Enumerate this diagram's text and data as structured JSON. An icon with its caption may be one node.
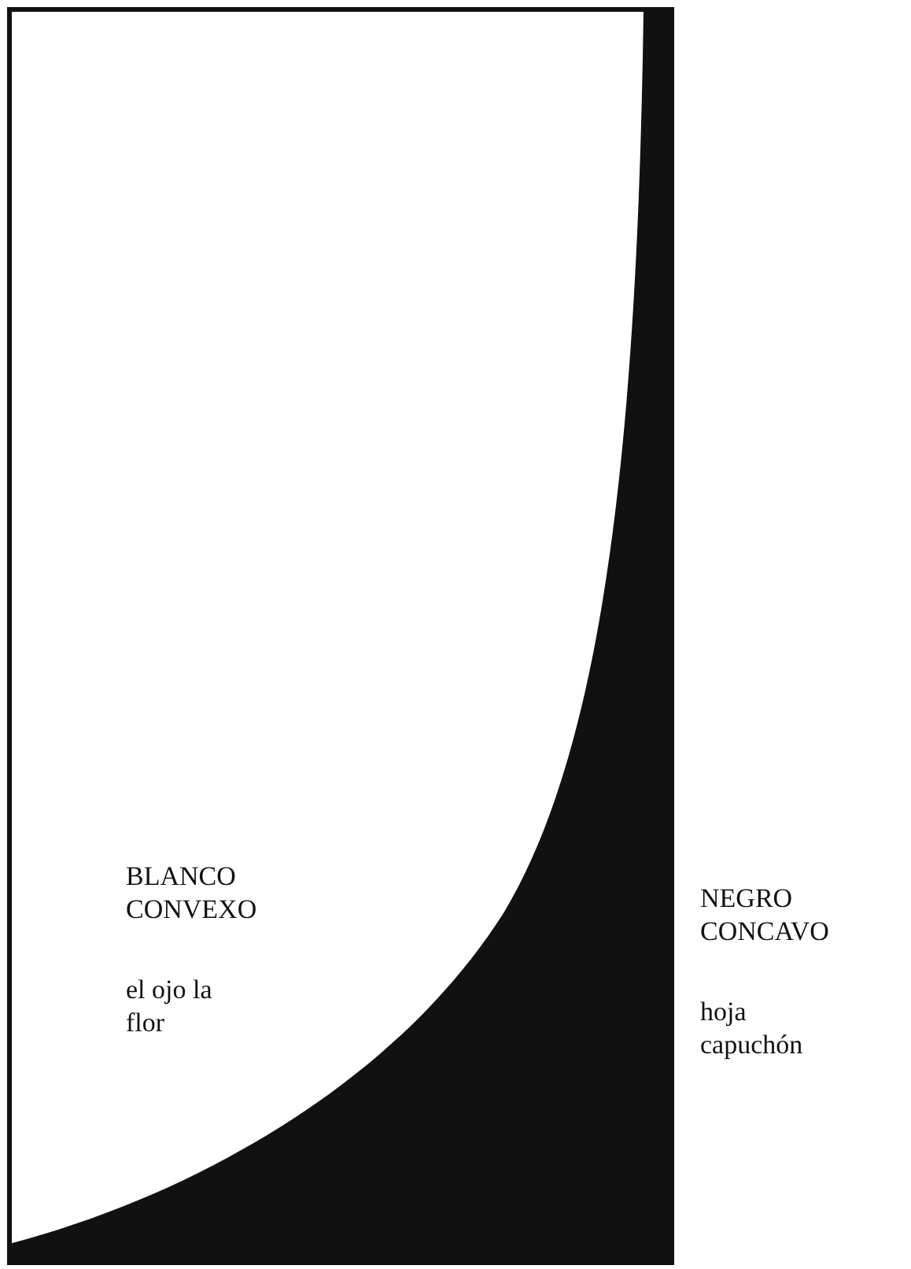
{
  "diagram": {
    "labels": [
      "BLANCO CONVEXO",
      "el ojo la flor",
      "NEGRO CONCAVO",
      "hoja capuchón"
    ]
  }
}
